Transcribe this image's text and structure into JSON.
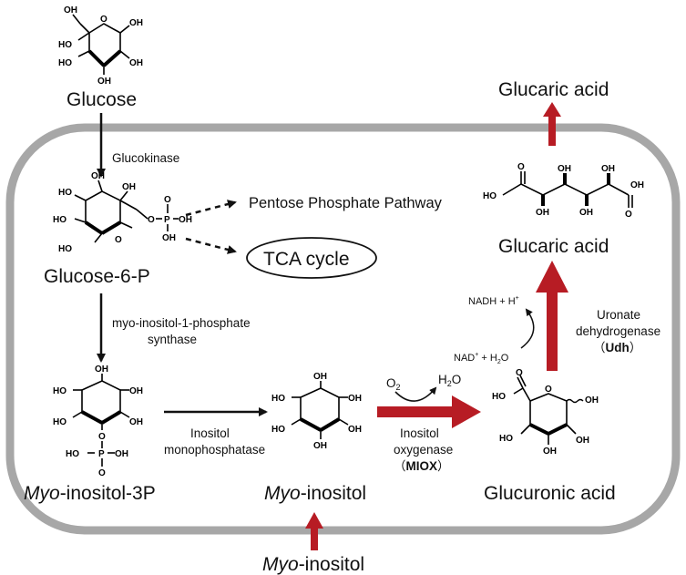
{
  "compounds": {
    "glucose_outside": "Glucose",
    "glucose_6_p": "Glucose-6-P",
    "myo_inositol_3p_prefix": "Myo",
    "myo_inositol_3p_suffix": "-inositol-3P",
    "myo_inositol_prefix": "Myo",
    "myo_inositol_suffix": "-inositol",
    "glucuronic_acid": "Glucuronic acid",
    "glucaric_acid_inside": "Glucaric acid",
    "glucaric_acid_outside": "Glucaric acid",
    "myo_inositol_outside_prefix": "Myo",
    "myo_inositol_outside_suffix": "-inositol"
  },
  "enzymes": {
    "glucokinase": "Glucokinase",
    "mips_line1": "myo-inositol-1-phosphate",
    "mips_line2": "synthase",
    "imp_line1": "Inositol",
    "imp_line2": "monophosphatase",
    "miox_line1": "Inositol",
    "miox_line2": "oxygenase",
    "miox_abbr_open": "（",
    "miox_abbr": "MIOX",
    "miox_abbr_close": "）",
    "udh_line1": "Uronate",
    "udh_line2": "dehydrogenase",
    "udh_abbr_open": "（",
    "udh_abbr": "Udh",
    "udh_abbr_close": "）"
  },
  "side_pathways": {
    "ppp": "Pentose Phosphate Pathway",
    "tca": "TCA cycle"
  },
  "cofactors": {
    "o2": "O",
    "o2_sub": "2",
    "h2o_h": "H",
    "h2o_sub": "2",
    "h2o_o": "O",
    "nadh": "NADH + H",
    "nadh_sup": "+",
    "nad": "NAD",
    "nad_sup": "+",
    "nad_tail": " + H",
    "nad_h2o_sub": "2",
    "nad_h2o_o": "O"
  },
  "atoms": {
    "oh": "OH",
    "ho": "HO",
    "o": "O",
    "p": "P"
  },
  "colors": {
    "cell_border": "#a7a7a7",
    "red_arrow": "#b71c24",
    "black_arrow": "#111111"
  }
}
